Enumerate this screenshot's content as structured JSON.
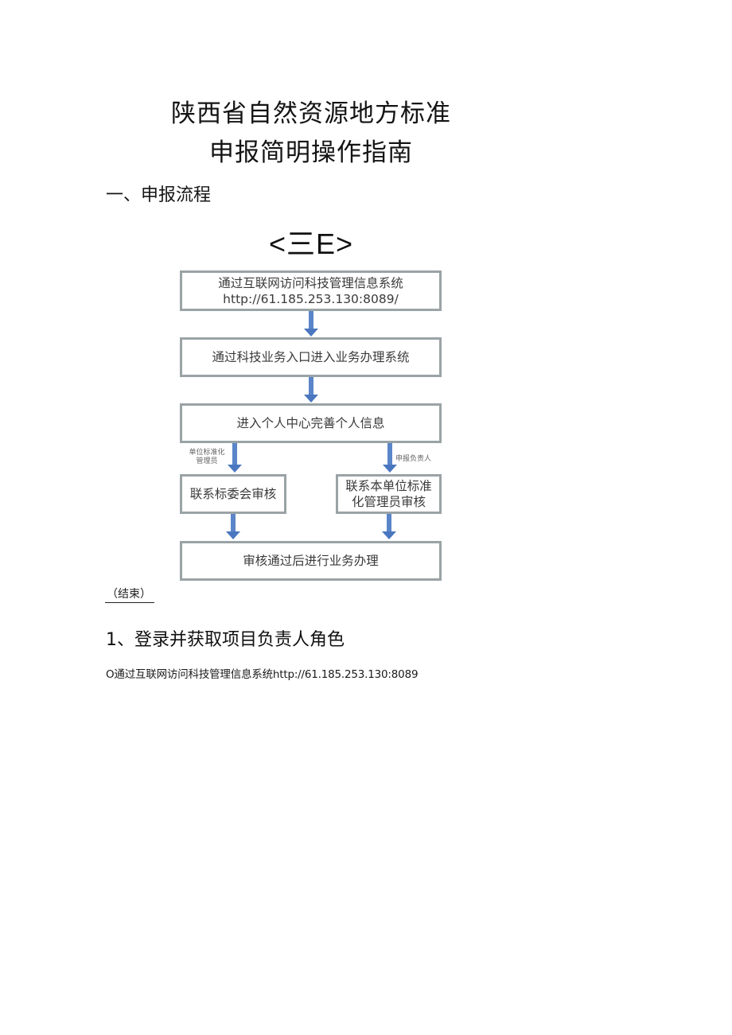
{
  "document": {
    "title_line1": "陕西省自然资源地方标准",
    "title_line2": "申报简明操作指南",
    "section_heading": "一、申报流程",
    "mark": "<三E>",
    "flowchart": {
      "box1": {
        "line1": "通过互联网访问科技管理信息系统",
        "line2": "http://61.185.253.130:8089/"
      },
      "box2": "通过科技业务入口进入业务办理系统",
      "box3": "进入个人中心完善个人信息",
      "left_edge_label": {
        "line1": "单位标准化",
        "line2": "管理员"
      },
      "right_edge_label": "申报负责人",
      "box_left": "联系标委会审核",
      "box_right": {
        "line1": "联系本单位标准",
        "line2": "化管理员审核"
      },
      "box_final": "审核通过后进行业务办理",
      "arrow_color": "#5a85c8",
      "border_color": "#9aa3a6"
    },
    "end_label": "（结束）",
    "step_heading": "1、登录并获取项目负责人角色",
    "step_text": "O通过互联网访问科技管理信息系统http://61.185.253.130:8089"
  }
}
